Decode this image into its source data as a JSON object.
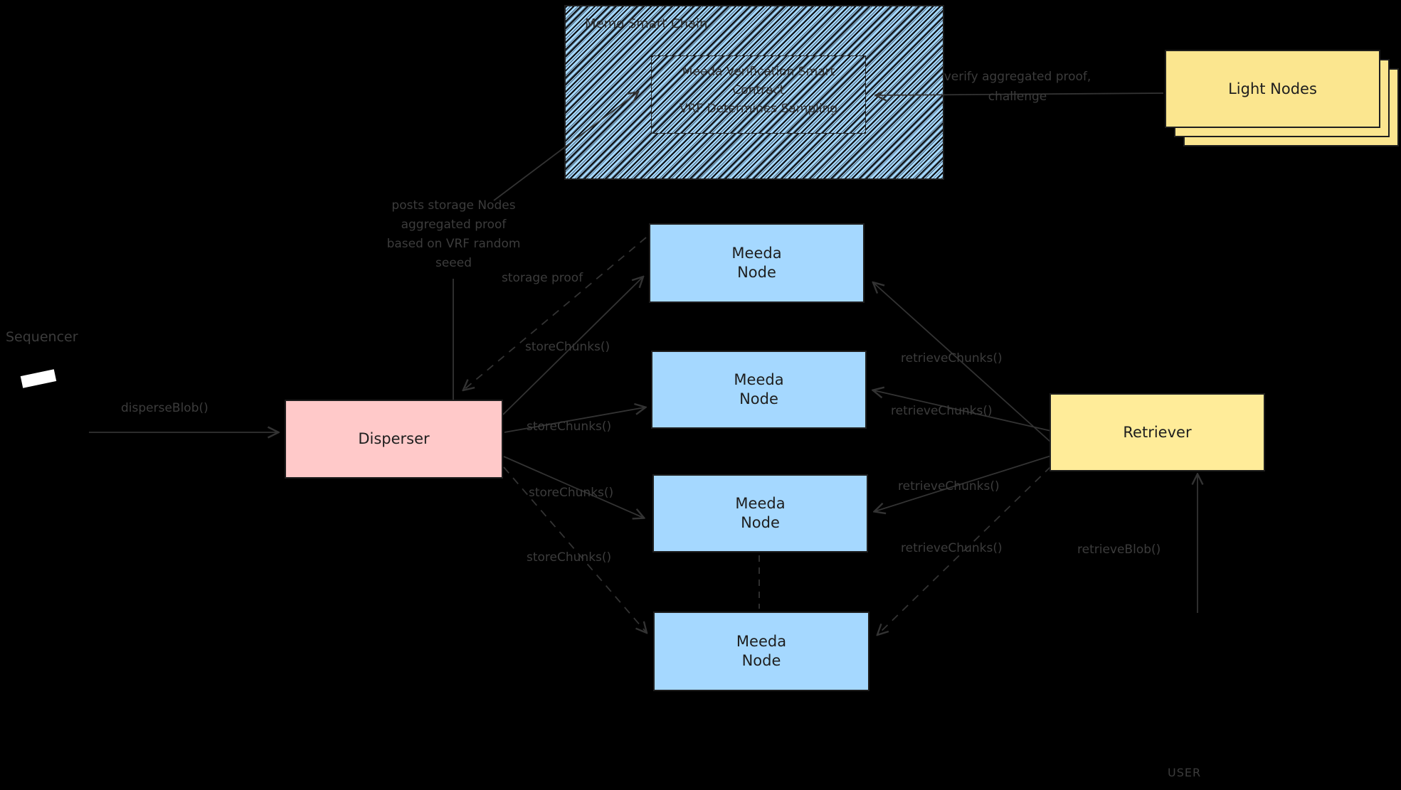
{
  "chain": {
    "label": "Memo Smart Chain",
    "contract_name": "Meeda Verification Smart Contract",
    "contract_subtitle": "VRF Determines Sampling"
  },
  "actors": {
    "sequencer": "Sequencer",
    "user": "USER",
    "disperser": "Disperser",
    "retriever": "Retriever",
    "light_nodes": "Light Nodes"
  },
  "meeda_nodes": [
    {
      "line1": "Meeda",
      "line2": "Node"
    },
    {
      "line1": "Meeda",
      "line2": "Node"
    },
    {
      "line1": "Meeda",
      "line2": "Node"
    },
    {
      "line1": "Meeda",
      "line2": "Node"
    }
  ],
  "edges": {
    "disperse_blob": "disperseBlob()",
    "store_chunks": [
      "storeChunks()",
      "storeChunks()",
      "storeChunks()",
      "storeChunks()"
    ],
    "retrieve_chunks": [
      "retrieveChunks()",
      "retrieveChunks()",
      "retrieveChunks()",
      "retrieveChunks()"
    ],
    "storage_proof": "storage proof",
    "retrieve_blob": "retrieveBlob()",
    "verify_line1": "verify aggregated proof,",
    "verify_line2": "challenge",
    "posts_proof_lines": [
      "posts storage Nodes",
      "aggregated proof",
      "based on VRF random",
      "seeed"
    ]
  },
  "colors": {
    "background": "#000000",
    "node_blue": "#a5d8ff",
    "disperser_pink": "#ffc9c9",
    "retriever_yellow": "#ffec99",
    "light_nodes_yellow": "#fbe68f",
    "stroke_dark": "#1e1e1e",
    "line_gray": "#333333",
    "label_gray": "#3c3c3c"
  }
}
